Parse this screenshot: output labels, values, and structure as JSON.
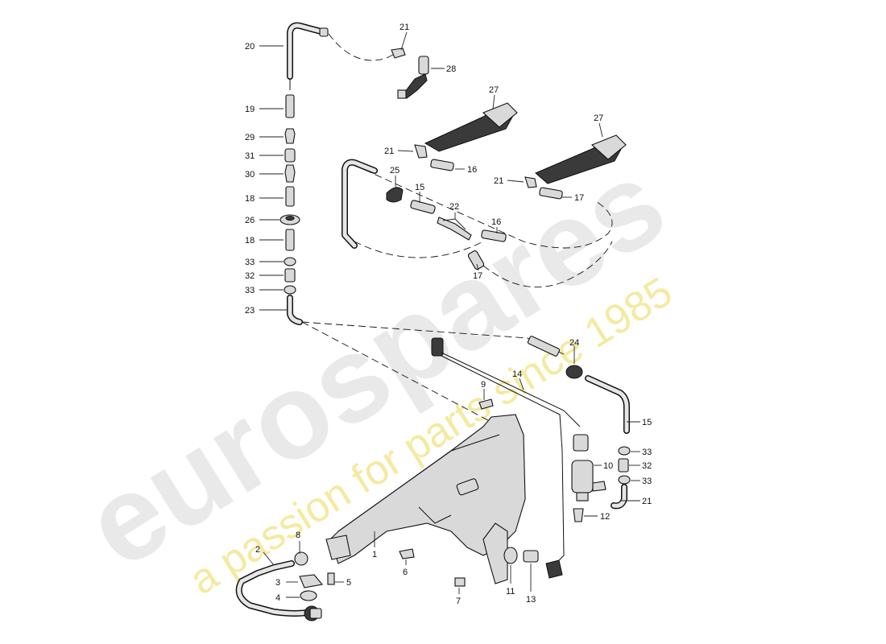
{
  "watermark": {
    "brand": "eurospares",
    "tagline": "a passion for parts since 1985"
  },
  "callouts": {
    "c1": "1",
    "c2": "2",
    "c3": "3",
    "c4": "4",
    "c5": "5",
    "c6": "6",
    "c7": "7",
    "c8": "8",
    "c9": "9",
    "c10": "10",
    "c11": "11",
    "c12": "12",
    "c13": "13",
    "c14": "14",
    "c15a": "15",
    "c15b": "15",
    "c16a": "16",
    "c16b": "16",
    "c17a": "17",
    "c17b": "17",
    "c18a": "18",
    "c18b": "18",
    "c19": "19",
    "c20": "20",
    "c21a": "21",
    "c21b": "21",
    "c21c": "21",
    "c21d": "21",
    "c22": "22",
    "c23": "23",
    "c24": "24",
    "c25": "25",
    "c26": "26",
    "c27a": "27",
    "c27b": "27",
    "c28": "28",
    "c29": "29",
    "c30": "30",
    "c31": "31",
    "c32a": "32",
    "c32b": "32",
    "c33a": "33",
    "c33b": "33",
    "c33c": "33",
    "c33d": "33"
  }
}
